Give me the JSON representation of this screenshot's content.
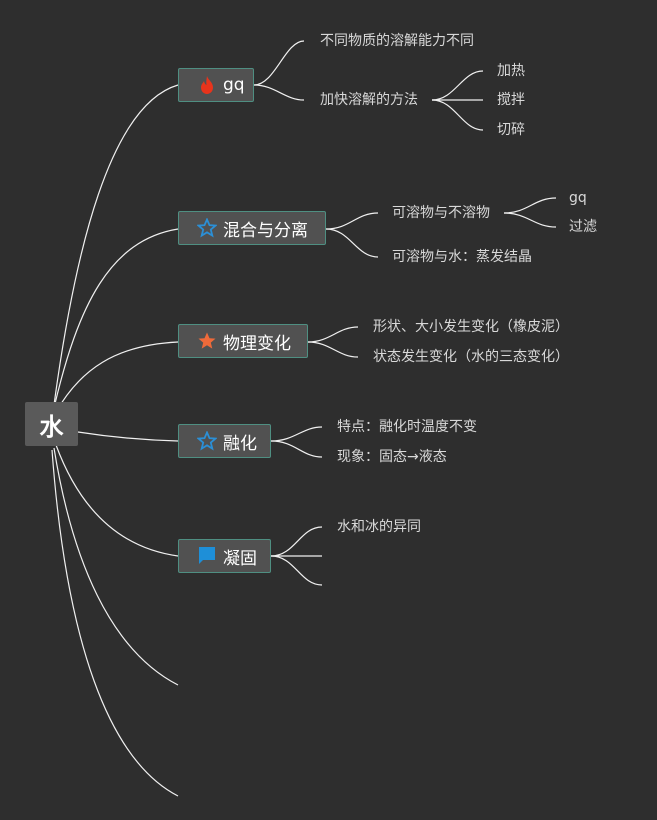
{
  "root": {
    "label": "水"
  },
  "topics": [
    {
      "label": "gq",
      "icon": "fire-icon",
      "icon_color": "#e8341c",
      "children": [
        {
          "label": "不同物质的溶解能力不同"
        },
        {
          "label": "加快溶解的方法",
          "children": [
            {
              "label": "加热"
            },
            {
              "label": "搅拌"
            },
            {
              "label": "切碎"
            }
          ]
        }
      ]
    },
    {
      "label": "混合与分离",
      "icon": "star-outline-icon",
      "icon_color": "#2b8fd6",
      "children": [
        {
          "label": "可溶物与不溶物",
          "children": [
            {
              "label": "gq"
            },
            {
              "label": "过滤"
            }
          ]
        },
        {
          "label": "可溶物与水：蒸发结晶"
        }
      ]
    },
    {
      "label": "物理变化",
      "icon": "star-filled-icon",
      "icon_color": "#ef6a3a",
      "children": [
        {
          "label": "形状、大小发生变化（橡皮泥）"
        },
        {
          "label": "状态发生变化（水的三态变化）"
        }
      ]
    },
    {
      "label": "融化",
      "icon": "star-outline-icon",
      "icon_color": "#2b8fd6",
      "children": [
        {
          "label": "特点：融化时温度不变"
        },
        {
          "label": "现象：固态→液态"
        }
      ]
    },
    {
      "label": "凝固",
      "icon": "flag-icon",
      "icon_color": "#1e8fd8",
      "children": [
        {
          "label": "水和冰的异同"
        },
        {
          "label": ""
        },
        {
          "label": ""
        }
      ]
    },
    {
      "label": ""
    },
    {
      "label": ""
    }
  ],
  "colors": {
    "background": "#2e2e2e",
    "topic_fill": "#515151",
    "topic_border": "#4f8f82",
    "line": "#f0f0f0",
    "text": "#ffffff",
    "subtext": "#d8d8d8"
  }
}
